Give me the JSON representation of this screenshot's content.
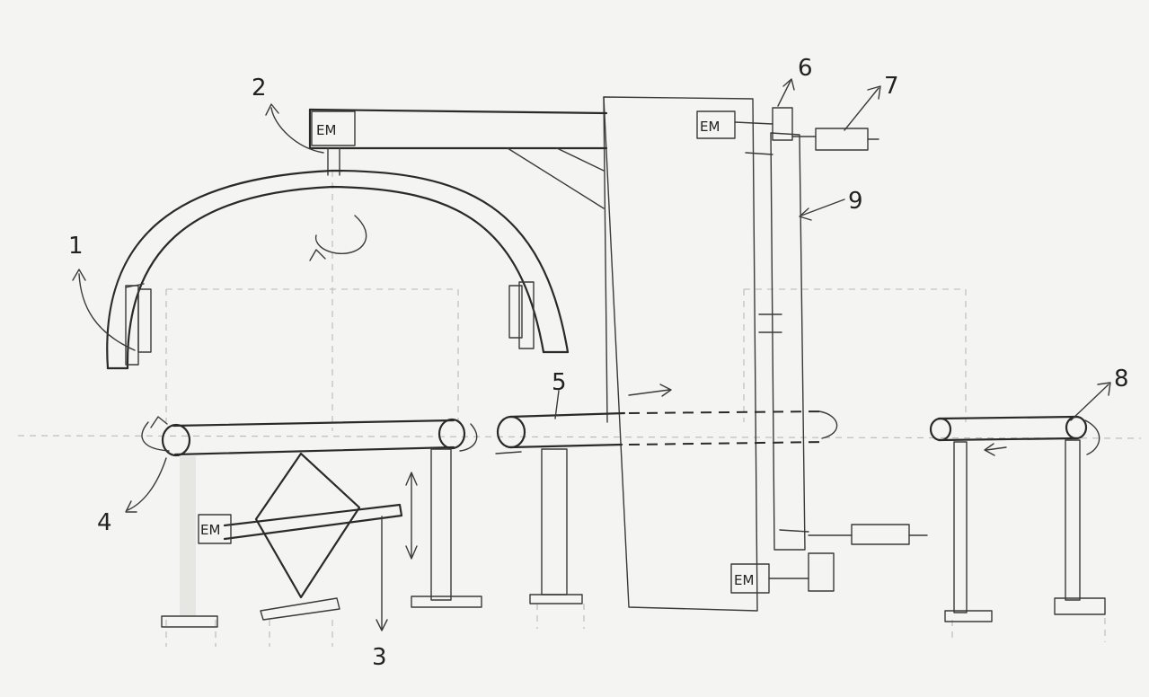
{
  "callouts": {
    "n1": "1",
    "n2": "2",
    "n3": "3",
    "n4": "4",
    "n5": "5",
    "n6": "6",
    "n7": "7",
    "n8": "8",
    "n9": "9"
  },
  "motors": {
    "em_top": "EM",
    "em_right_top": "EM",
    "em_lift": "EM",
    "em_right_bottom": "EM"
  }
}
